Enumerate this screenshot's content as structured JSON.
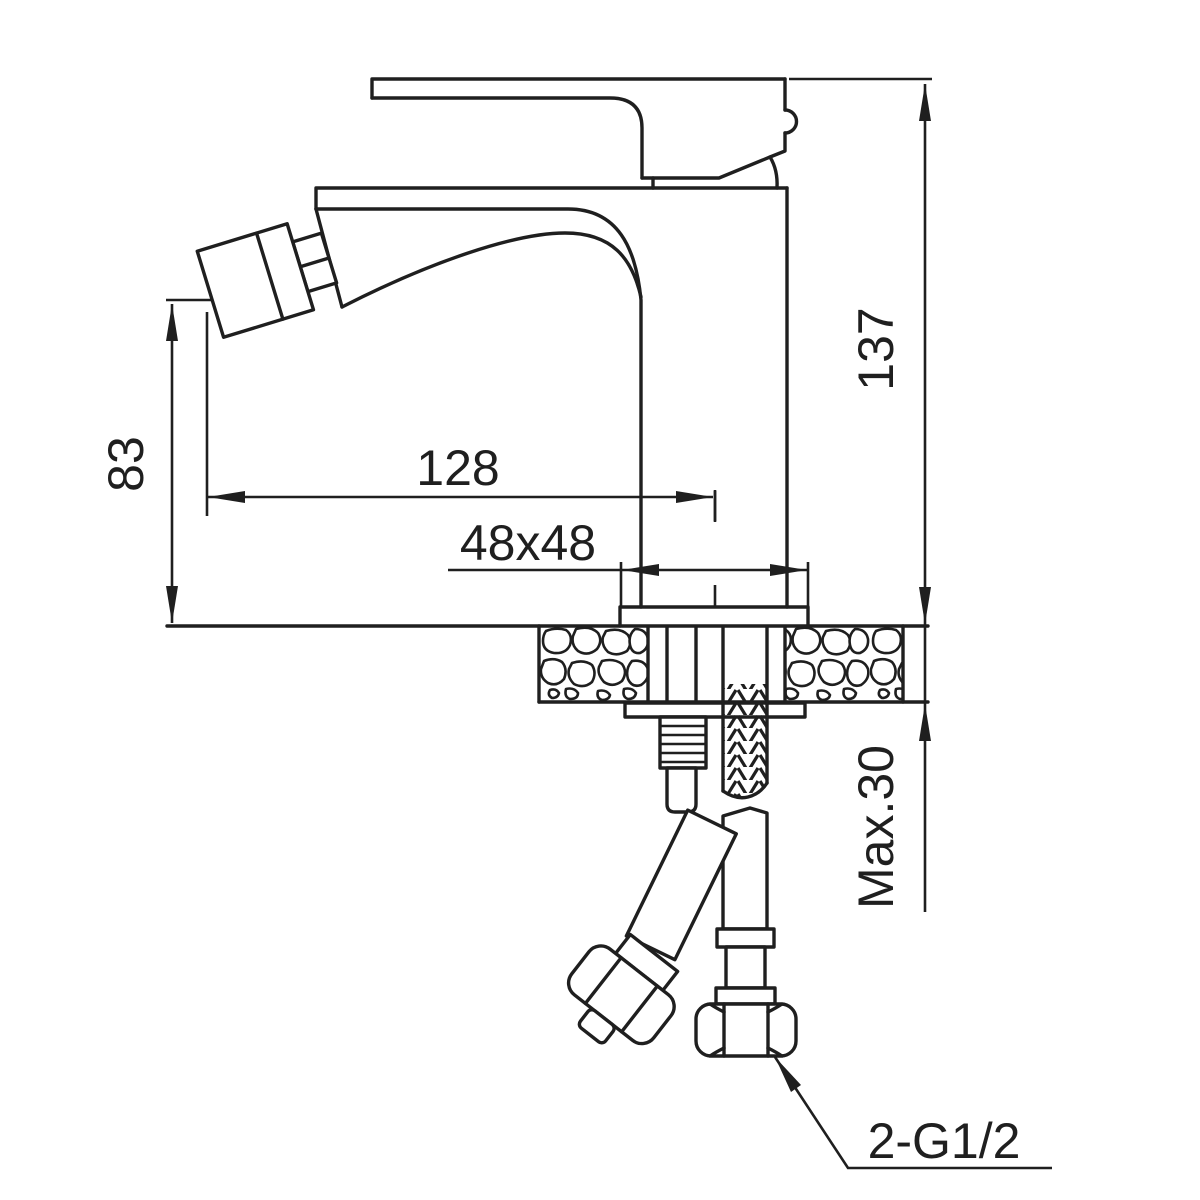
{
  "dimensions": {
    "total_height": "137",
    "spout_height": "83",
    "spout_reach": "128",
    "base_size": "48x48",
    "max_deck_thickness": "Max.30",
    "connection_thread": "2-G1/2"
  },
  "colors": {
    "line": "#1f1f1f",
    "background": "#ffffff"
  }
}
